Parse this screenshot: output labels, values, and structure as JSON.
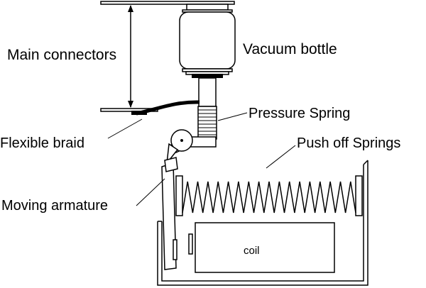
{
  "labels": {
    "main_connectors": "Main connectors",
    "vacuum_bottle": "Vacuum bottle",
    "pressure_spring": "Pressure Spring",
    "flexible_braid": "Flexible braid",
    "push_off_springs": "Push off Springs",
    "moving_armature": "Moving armature",
    "coil": "coil"
  },
  "colors": {
    "line": "#000000",
    "background": "#ffffff"
  }
}
